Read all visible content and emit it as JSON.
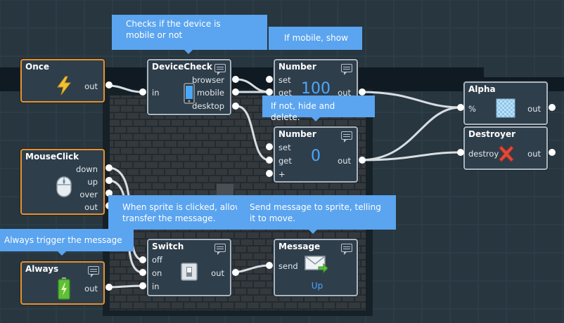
{
  "colors": {
    "canvas": "#26353f",
    "node_bg": "#2f3e4b",
    "event_border": "#e8902c",
    "action_border": "#a9b4bd",
    "value": "#4aa8ff",
    "tooltip": "#5ba4ef",
    "wire": "#d8dde2"
  },
  "nodes": {
    "once": {
      "title": "Once",
      "out": "out",
      "icon": "lightning-icon"
    },
    "mouseclick": {
      "title": "MouseClick",
      "down": "down",
      "up": "up",
      "over": "over",
      "out": "out",
      "icon": "mouse-icon"
    },
    "always": {
      "title": "Always",
      "out": "out",
      "icon": "battery-icon"
    },
    "devicecheck": {
      "title": "DeviceCheck",
      "in": "in",
      "browser": "browser",
      "mobile": "mobile",
      "desktop": "desktop",
      "icon": "phone-icon"
    },
    "number1": {
      "title": "Number",
      "set": "set",
      "get": "get",
      "out": "out",
      "value": "100"
    },
    "number2": {
      "title": "Number",
      "set": "set",
      "get": "get",
      "plus": "+",
      "out": "out",
      "value": "0"
    },
    "alpha": {
      "title": "Alpha",
      "percent": "%",
      "out": "out",
      "icon": "checker-icon"
    },
    "destroyer": {
      "title": "Destroyer",
      "destroy": "destroy",
      "out": "out",
      "icon": "red-x-icon"
    },
    "switch": {
      "title": "Switch",
      "off": "off",
      "on": "on",
      "in": "in",
      "out": "out",
      "icon": "switch-icon"
    },
    "message": {
      "title": "Message",
      "send": "send",
      "sub": "Up",
      "icon": "envelope-icon"
    }
  },
  "tooltips": {
    "devicecheck": "Checks if the device is mobile or not",
    "if_mobile": "If mobile, show",
    "if_not": "If not, hide and delete.",
    "sprite_clicked": "When sprite is clicked, allow to transfer the message.",
    "send_message": "Send message to sprite, telling it to move.",
    "always_trigger": "Always trigger the message"
  }
}
